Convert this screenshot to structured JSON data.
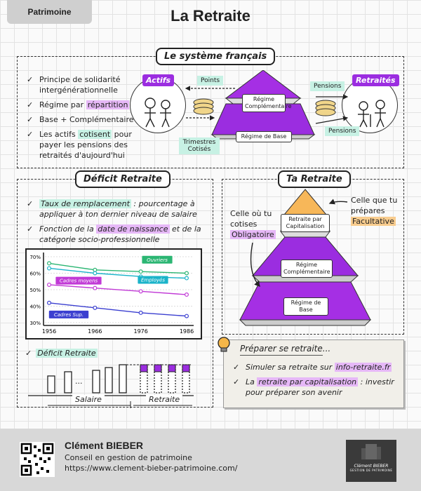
{
  "header": {
    "tag": "Patrimoine",
    "title": "La Retraite"
  },
  "systeme": {
    "title": "Le système français",
    "bullets": [
      {
        "prefix": "Principe de solidarité intergénérationnelle",
        "hl": "",
        "suffix": ""
      },
      {
        "prefix": "Régime par ",
        "hl": "répartition",
        "suffix": ""
      },
      {
        "prefix": "Base + Complémentaire",
        "hl": "",
        "suffix": ""
      },
      {
        "prefix": "Les actifs ",
        "hl": "cotisent",
        "suffix": " pour payer les pensions des retraités d'aujourd'hui"
      }
    ],
    "actifs": "Actifs",
    "retraites": "Retraités",
    "points": "Points",
    "trimestres": "Trimestres Cotisés",
    "pensions_top": "Pensions",
    "pensions_bottom": "Pensions",
    "regime_complementaire": "Régime Complémentaire",
    "regime_base": "Régime de Base"
  },
  "deficit": {
    "title": "Déficit Retraite",
    "bullets": [
      {
        "prefix": "",
        "hl": "Taux de remplacement",
        "suffix": " : pourcentage à appliquer à ton dernier niveau de salaire"
      },
      {
        "prefix": "Fonction de la ",
        "hl": "date de naissance",
        "suffix": " et de la catégorie socio-professionnelle"
      }
    ],
    "deficit_label": "Déficit Retraite",
    "salaire": "Salaire",
    "retraite": "Retraite",
    "ellipsis": "..."
  },
  "chart_data": {
    "type": "line",
    "x": [
      1956,
      1966,
      1976,
      1986
    ],
    "xticks": [
      "1956",
      "1966",
      "1976",
      "1986"
    ],
    "yticks": [
      "70%",
      "60%",
      "50%",
      "40%",
      "30%"
    ],
    "ylim": [
      30,
      70
    ],
    "series": [
      {
        "name": "Ouvriers",
        "values": [
          66,
          62,
          61,
          60
        ],
        "color": "#2bb673"
      },
      {
        "name": "Employés",
        "values": [
          63,
          60,
          58,
          57
        ],
        "color": "#1ab3c9"
      },
      {
        "name": "Cadres moyens",
        "values": [
          53,
          51,
          49,
          47
        ],
        "color": "#c13ad6"
      },
      {
        "name": "Cadres Sup.",
        "values": [
          42,
          39,
          36,
          34
        ],
        "color": "#3b3fd0"
      }
    ]
  },
  "ta_retraite": {
    "title": "Ta Retraite",
    "left_note": "Celle où tu cotises",
    "left_hl": "Obligatoire",
    "right_note": "Celle que tu prépares",
    "right_hl": "Facultative",
    "capitalisation": "Retraite par Capitalisation",
    "complementaire": "Régime Complémentaire",
    "base": "Régime de Base"
  },
  "preparer": {
    "title": "Préparer se retraite...",
    "bullets": [
      {
        "prefix": "Simuler sa retraite sur ",
        "hl": "info-retraite.fr",
        "suffix": ""
      },
      {
        "prefix": "La ",
        "hl": "retraite par capitalisation",
        "suffix": " : investir pour préparer son avenir"
      }
    ]
  },
  "footer": {
    "name": "Clément BIEBER",
    "role": "Conseil en gestion de patrimoine",
    "url": "https://www.clement-bieber-patrimoine.com/",
    "logo_name": "Clément BIEBER",
    "logo_sub": "GESTION DE PATRIMOINE"
  },
  "colors": {
    "purple": "#9b2de0",
    "orange": "#f5a623",
    "green_hl": "#c7f1e4",
    "purple_hl": "#e6b8f7"
  }
}
